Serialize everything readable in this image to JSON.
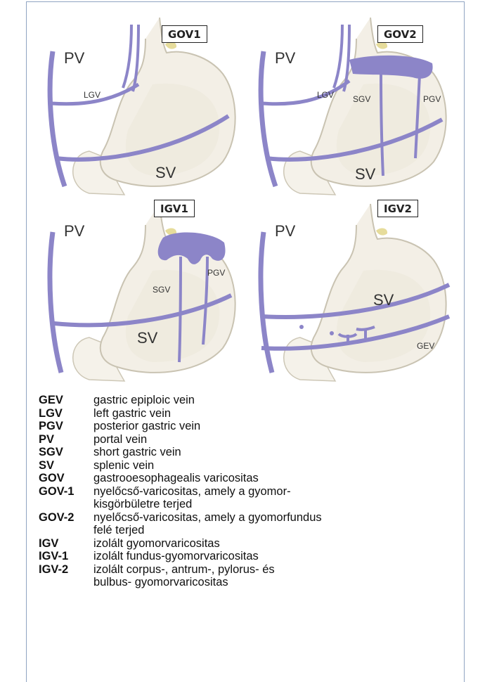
{
  "figure": {
    "panels": [
      {
        "tag": "GOV1",
        "labels": {
          "pv": "PV",
          "lgv": "LGV",
          "sv": "SV"
        }
      },
      {
        "tag": "GOV2",
        "labels": {
          "pv": "PV",
          "lgv": "LGV",
          "sgv": "SGV",
          "pgv": "PGV",
          "sv": "SV"
        }
      },
      {
        "tag": "IGV1",
        "labels": {
          "pv": "PV",
          "sgv": "SGV",
          "pgv": "PGV",
          "sv": "SV"
        }
      },
      {
        "tag": "IGV2",
        "labels": {
          "pv": "PV",
          "sv": "SV",
          "gev": "GEV"
        }
      }
    ],
    "colors": {
      "vein": "#8c85c8",
      "vein_dark": "#7a72be",
      "stomach_fill": "#f3efe6",
      "stomach_stroke": "#c9c3b2",
      "organ_yellow": "#e8dfa2"
    }
  },
  "legend": [
    {
      "abbr": "GEV",
      "desc": "gastric epiploic vein"
    },
    {
      "abbr": "LGV",
      "desc": "left gastric vein"
    },
    {
      "abbr": "PGV",
      "desc": "posterior gastric vein"
    },
    {
      "abbr": "PV",
      "desc": "portal vein"
    },
    {
      "abbr": "SGV",
      "desc": "short gastric vein"
    },
    {
      "abbr": "SV",
      "desc": "splenic vein"
    },
    {
      "abbr": "GOV",
      "desc": "gastrooesophagealis varicositas"
    },
    {
      "abbr": "GOV-1",
      "desc": "nyelőcső-varicositas, amely a gyomor-",
      "desc2": "kisgörbületre terjed"
    },
    {
      "abbr": "GOV-2",
      "desc": "nyelőcső-varicositas, amely a gyomorfundus",
      "desc2": "felé terjed"
    },
    {
      "abbr": "IGV",
      "desc": "izolált gyomorvaricositas"
    },
    {
      "abbr": "IGV-1",
      "desc": "izolált fundus-gyomorvaricositas"
    },
    {
      "abbr": "IGV-2",
      "desc": "izolált corpus-, antrum-, pylorus- és",
      "desc2": "bulbus- gyomorvaricositas"
    }
  ]
}
